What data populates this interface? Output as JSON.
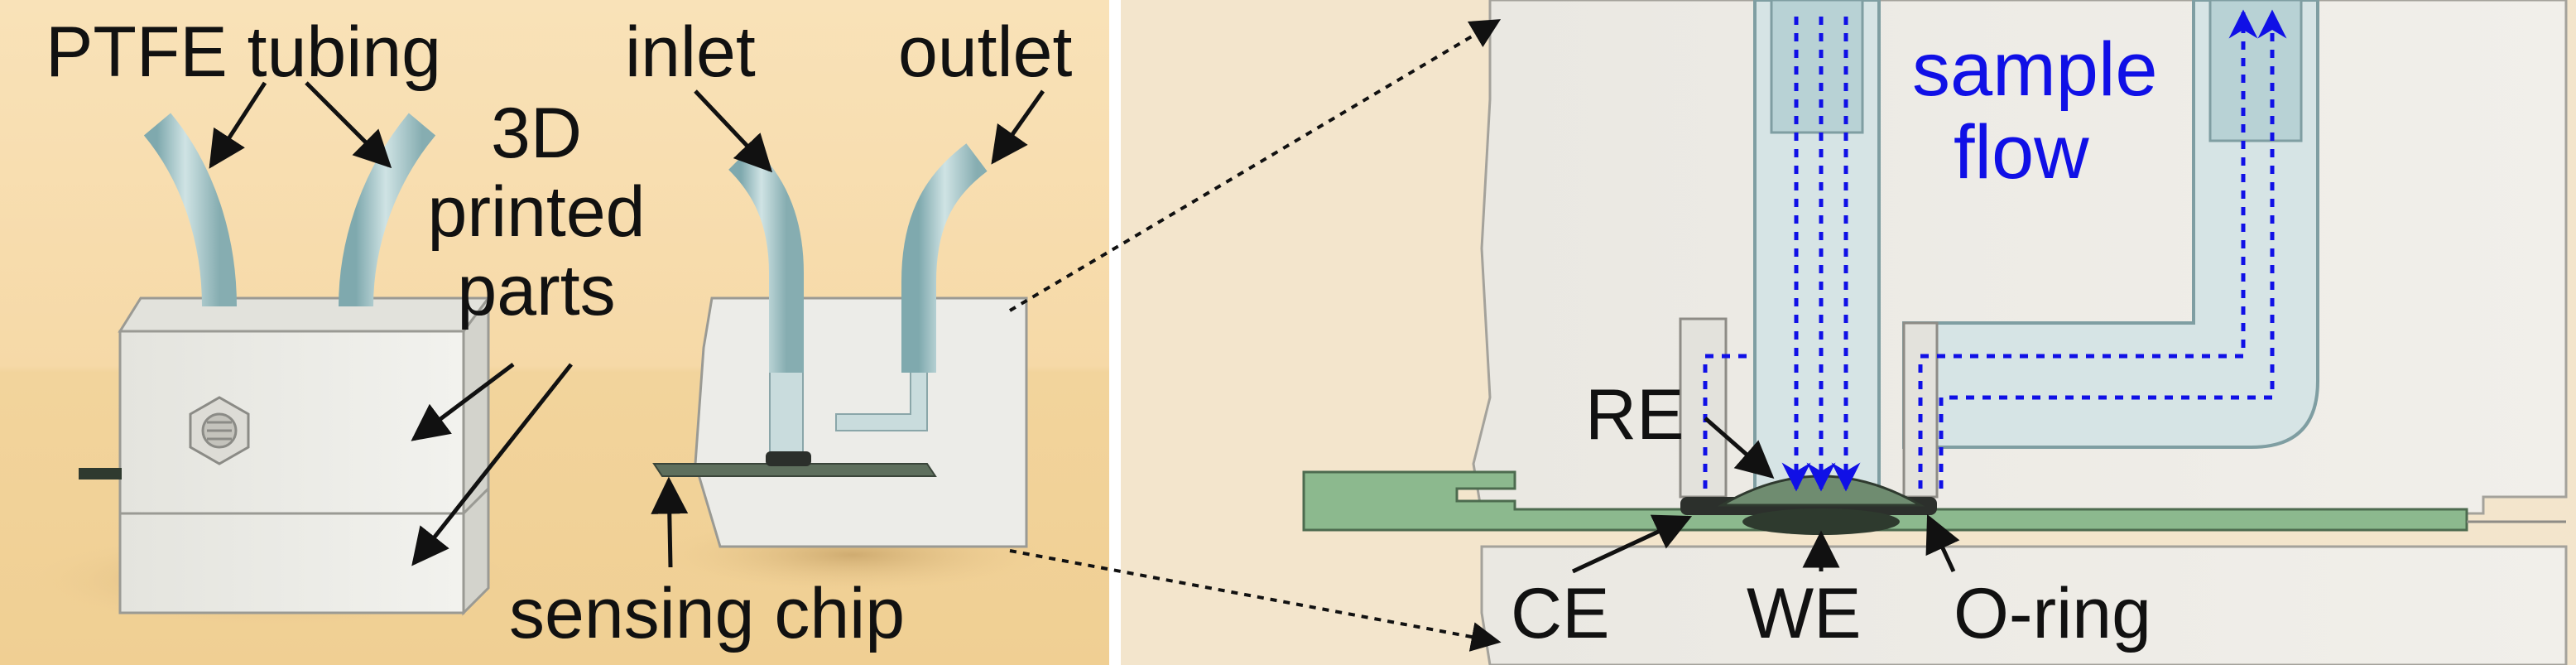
{
  "left_panel": {
    "labels": {
      "ptfe_tubing": "PTFE tubing",
      "inlet": "inlet",
      "outlet": "outlet",
      "printed_line1": "3D",
      "printed_line2": "printed",
      "printed_line3": "parts",
      "sensing_chip": "sensing chip"
    }
  },
  "right_panel": {
    "labels": {
      "sample_line1": "sample",
      "sample_line2": "flow",
      "re": "RE",
      "ce": "CE",
      "we": "WE",
      "o_ring": "O-ring"
    }
  },
  "colors": {
    "background_warm": "#f7ddb0",
    "table": "#f2d197",
    "block": "#eeeeea",
    "tube": "#b9d3d6",
    "chip": "#8cb98e",
    "flow_arrow": "#1010e6",
    "text": "#111111"
  }
}
